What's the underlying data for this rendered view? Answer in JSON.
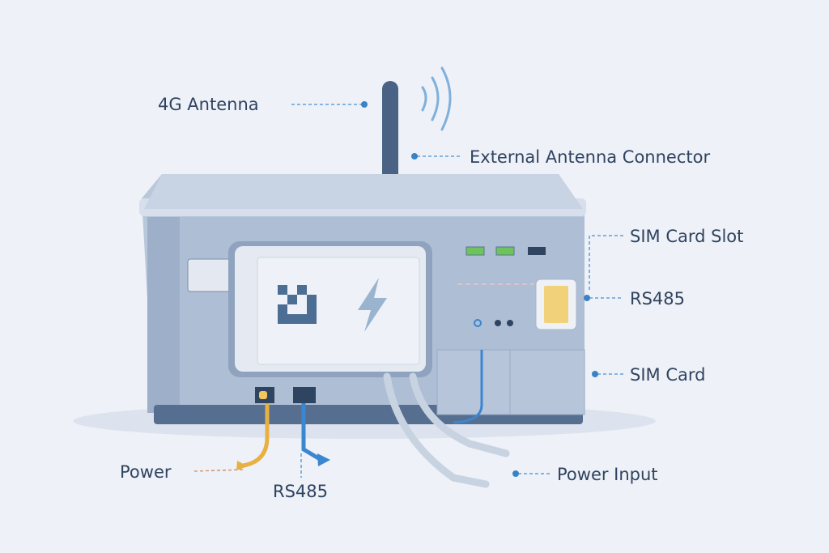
{
  "labels": {
    "antenna": "4G Antenna",
    "external_connector": "External Antenna Connector",
    "sim_slot": "SIM Card Slot",
    "rs485_right": "RS485",
    "sim_card": "SIM Card",
    "power": "Power",
    "rs485_bottom": "RS485",
    "power_input": "Power Input"
  },
  "colors": {
    "text": "#2f4460",
    "leader_blue": "#3b82c4",
    "power_wire": "#e8b040",
    "rs485_wire": "#3a86d0",
    "led_green": "#6cc45a"
  }
}
